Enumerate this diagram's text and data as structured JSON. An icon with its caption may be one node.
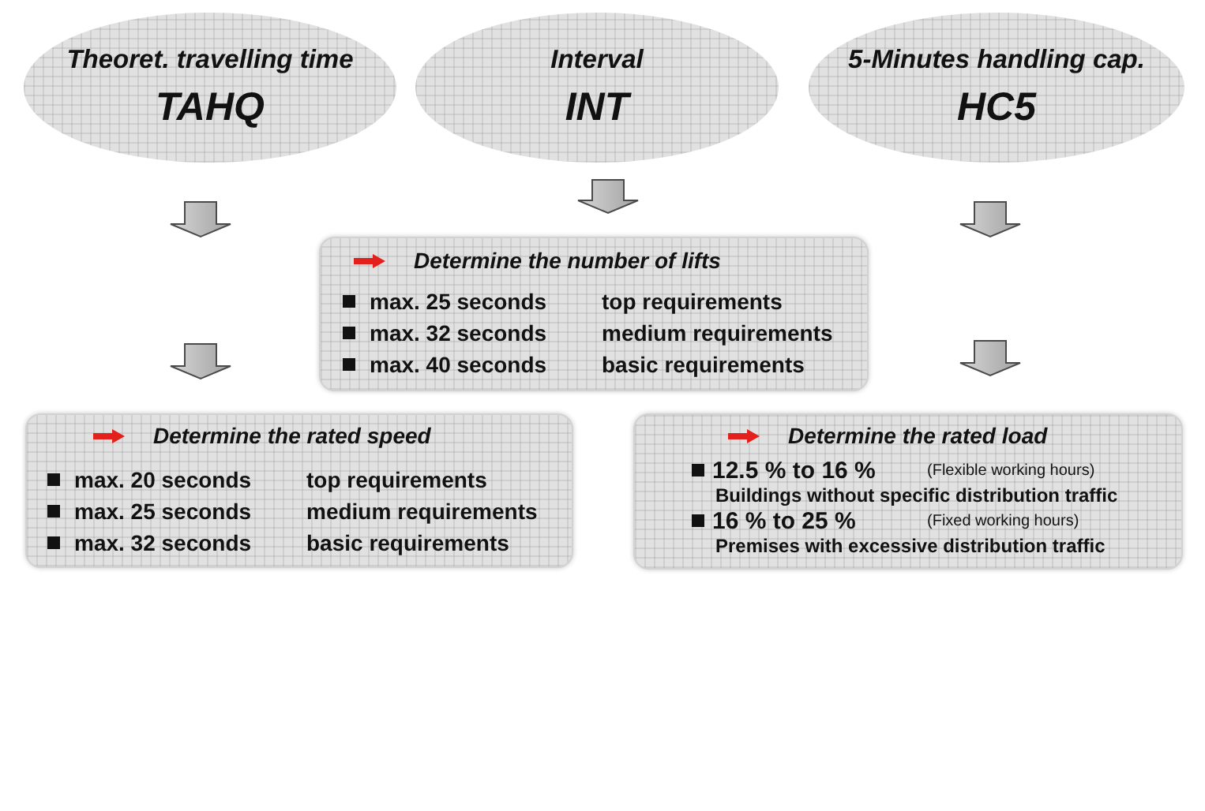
{
  "diagram": {
    "nodes": [
      {
        "text": [
          "Theoret. travelling time",
          "TAHQ"
        ]
      },
      {
        "text": [
          "Interval",
          "INT"
        ]
      },
      {
        "text": [
          "5-Minutes handling cap.",
          "HC5"
        ]
      },
      {
        "text": [
          "Determine the number of lifts",
          "max. 25 seconds",
          "top requirements",
          "max. 32 seconds",
          "medium requirements",
          "max. 40 seconds",
          "basic requirements"
        ]
      },
      {
        "text": [
          "Determine the rated speed",
          "max. 20 seconds",
          "top requirements",
          "max. 25 seconds",
          "medium requirements",
          "max. 32 seconds",
          "basic requirements"
        ]
      },
      {
        "text": [
          "Determine the rated load",
          "12.5 % to 16 %",
          "(Flexible working hours)",
          "Buildings without specific distribution traffic",
          "16 % to 25 %",
          "(Fixed working hours)",
          "Premises with excessive distribution traffic"
        ]
      }
    ],
    "edges": [
      {
        "from": 1,
        "to": 3,
        "arrow": "to"
      },
      {
        "from": 0,
        "to": null,
        "arrow": "to"
      },
      {
        "from": 2,
        "to": null,
        "arrow": "to"
      },
      {
        "from": null,
        "to": 4,
        "arrow": "to"
      },
      {
        "from": null,
        "to": 5,
        "arrow": "to"
      }
    ]
  }
}
